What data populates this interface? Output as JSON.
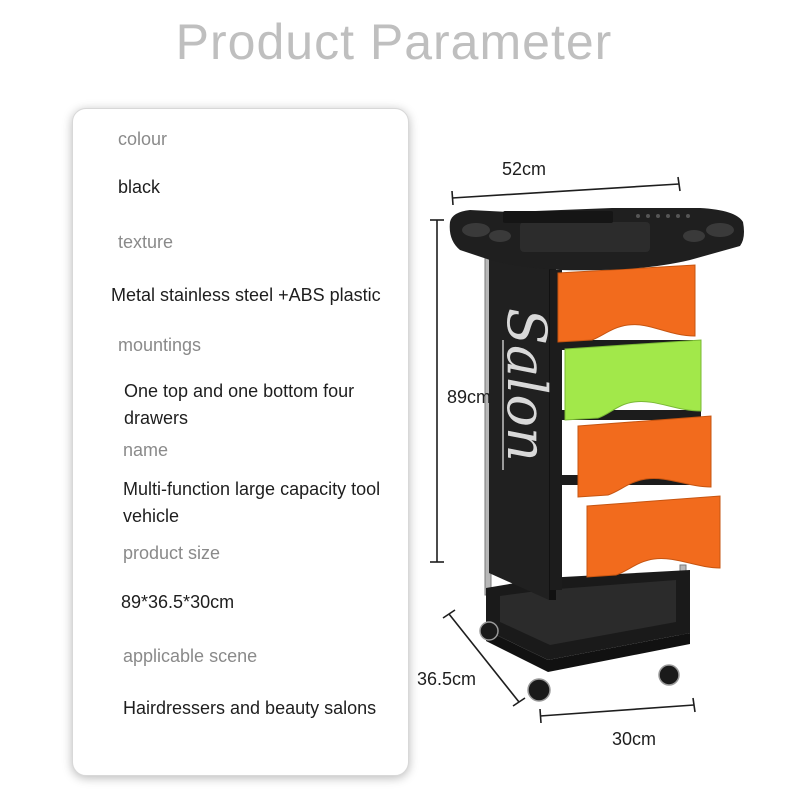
{
  "title": "Product Parameter",
  "params": [
    {
      "label": "colour",
      "value": "black"
    },
    {
      "label": "texture",
      "value": "Metal stainless steel +ABS plastic"
    },
    {
      "label": "mountings",
      "value": "One top and one bottom four drawers"
    },
    {
      "label": "name",
      "value": "Multi-function large capacity tool vehicle"
    },
    {
      "label": "product size",
      "value": "89*36.5*30cm"
    },
    {
      "label": "applicable scene",
      "value": "Hairdressers and beauty salons"
    }
  ],
  "dimensions": {
    "width": "52cm",
    "height": "89cm",
    "depth": "36.5cm",
    "front_width": "30cm"
  },
  "product": {
    "side_panel_text": "Salon",
    "colors": {
      "frame": "#1c1c1c",
      "drawer_orange": "#f26b1d",
      "drawer_green": "#a2e84a",
      "title_grey": "#bfbfbf"
    }
  }
}
